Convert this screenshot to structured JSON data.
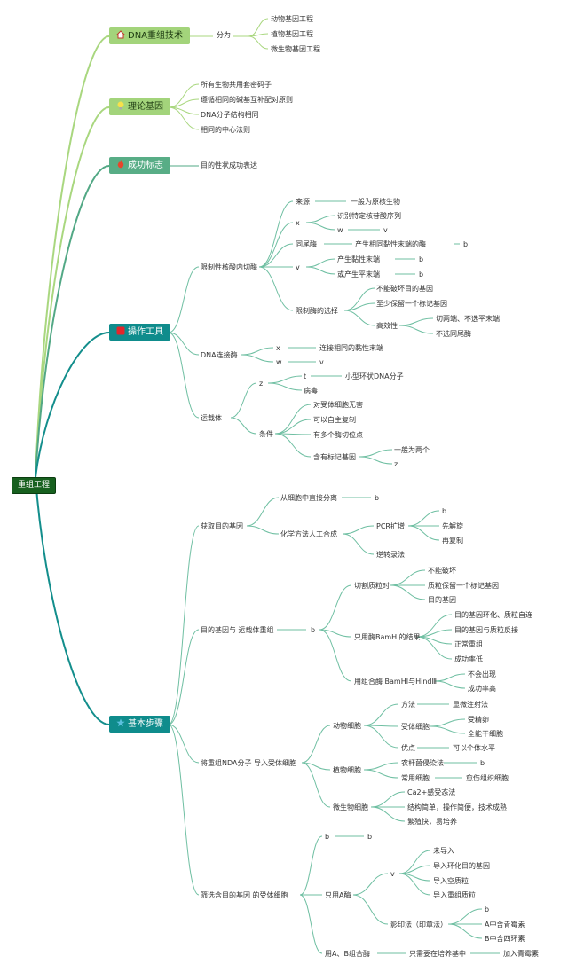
{
  "root": "重组工程",
  "branches": {
    "dna_tech": {
      "label": "DNA重组技术",
      "divide": "分为",
      "items": [
        "动物基因工程",
        "植物基因工程",
        "微生物基因工程"
      ]
    },
    "theory": {
      "label": "理论基因",
      "items": [
        "所有生物共用套密码子",
        "遵循相同的碱基互补配对原则",
        "DNA分子结构相同",
        "相同的中心法则"
      ]
    },
    "success": {
      "label": "成功标志",
      "item": "目的性状成功表达"
    },
    "tools": {
      "label": "操作工具",
      "restriction": {
        "label": "限制性核酸内切酶",
        "source": "来源",
        "source_val": "一般为原核生物",
        "x": "x",
        "x_item": "识别特定核苷酸序列",
        "w": "w",
        "v": "v",
        "isoenzyme": "同尾酶",
        "isoenzyme_val": "产生相同黏性末端的酶",
        "b": "b",
        "v2": "v",
        "sticky": "产生黏性末端",
        "blunt": "或产生平末端",
        "choice": "限制酶的选择",
        "choice_items": [
          "不能破坏目的基因",
          "至少保留一个标记基因"
        ],
        "efficiency": "高效性",
        "eff_items": [
          "切两端、不选平末端",
          "不选同尾酶"
        ]
      },
      "ligase": {
        "label": "DNA连接酶",
        "x": "x",
        "x_val": "连接相同的黏性末端",
        "w": "w",
        "v": "v"
      },
      "vector": {
        "label": "运载体",
        "z": "z",
        "t": "t",
        "plasmid": "小型环状DNA分子",
        "virus": "病毒",
        "cond": "条件",
        "cond_items": [
          "对受体细胞无害",
          "可以自主复制",
          "有多个酶切位点"
        ],
        "marker": "含有标记基因",
        "marker_items": [
          "一般为两个",
          "z"
        ]
      }
    },
    "steps": {
      "label": "基本步骤",
      "get_gene": {
        "label": "获取目的基因",
        "direct": "从细胞中直接分离",
        "direct_val": "b",
        "synth": "化学方法人工合成",
        "pcr": "PCR扩增",
        "pcr_items": [
          "b",
          "先解旋",
          "再复制"
        ],
        "rt": "逆转录法"
      },
      "recomb": {
        "label": "目的基因与 运载体重组",
        "b": "b",
        "cut": "切割质粒时",
        "cut_items": [
          "不能破坏",
          "质粒保留一个标记基因",
          "目的基因"
        ],
        "bamhi": "只用酶BamHI的结果",
        "bamhi_items": [
          "目的基因环化、质粒自连",
          "目的基因与质粒反接",
          "正常重组",
          "成功率低"
        ],
        "combo": "用组合酶 BamHI与HindⅢ",
        "combo_items": [
          "不会出现",
          "成功率高"
        ]
      },
      "import": {
        "label": "将重组NDA分子 导入受体细胞",
        "animal": "动物细胞",
        "method": "方法",
        "method_val": "显微注射法",
        "recipient": "受体细胞",
        "recipient_items": [
          "受精卵",
          "全能干细胞"
        ],
        "adv": "优点",
        "adv_val": "可以个体水平",
        "plant": "植物细胞",
        "agro": "农杆菌侵染法",
        "agro_val": "b",
        "common": "常用细胞",
        "common_val": "愈伤组织细胞",
        "microbe": "微生物细胞",
        "microbe_items": [
          "Ca2+感受态法",
          "结构简单，操作简便，技术成熟",
          "繁殖快，易培养"
        ]
      },
      "screen": {
        "label": "筛选含目的基因 的受体细胞",
        "b1": "b",
        "b2": "b",
        "only_a": "只用A酶",
        "v": "v",
        "v_items": [
          "未导入",
          "导入环化目的基因",
          "导入空质粒",
          "导入重组质粒"
        ],
        "replica": "影印法（印章法）",
        "replica_items": [
          "b",
          "A中含青霉素",
          "B中含四环素"
        ],
        "ab": "用A、B组合酶",
        "ab_mid": "只需要在培养基中",
        "ab_end": "加入青霉素"
      }
    }
  },
  "colors": {
    "root_bg": "#17601f",
    "dna_bg": "#a3d47b",
    "theory_bg": "#a3d47b",
    "success_bg": "#58ad86",
    "tools_bg": "#0f8c8c",
    "steps_bg": "#0f8c8c",
    "link_light": "#a9d77f",
    "link_mid": "#52a885",
    "link_teal": "#138e8c",
    "link_fine": "#6fbfa2"
  },
  "icons": {
    "dna": "house-icon",
    "theory": "lightbulb-icon",
    "success": "flame-icon",
    "tools": "red-square-icon",
    "steps": "star-icon"
  }
}
